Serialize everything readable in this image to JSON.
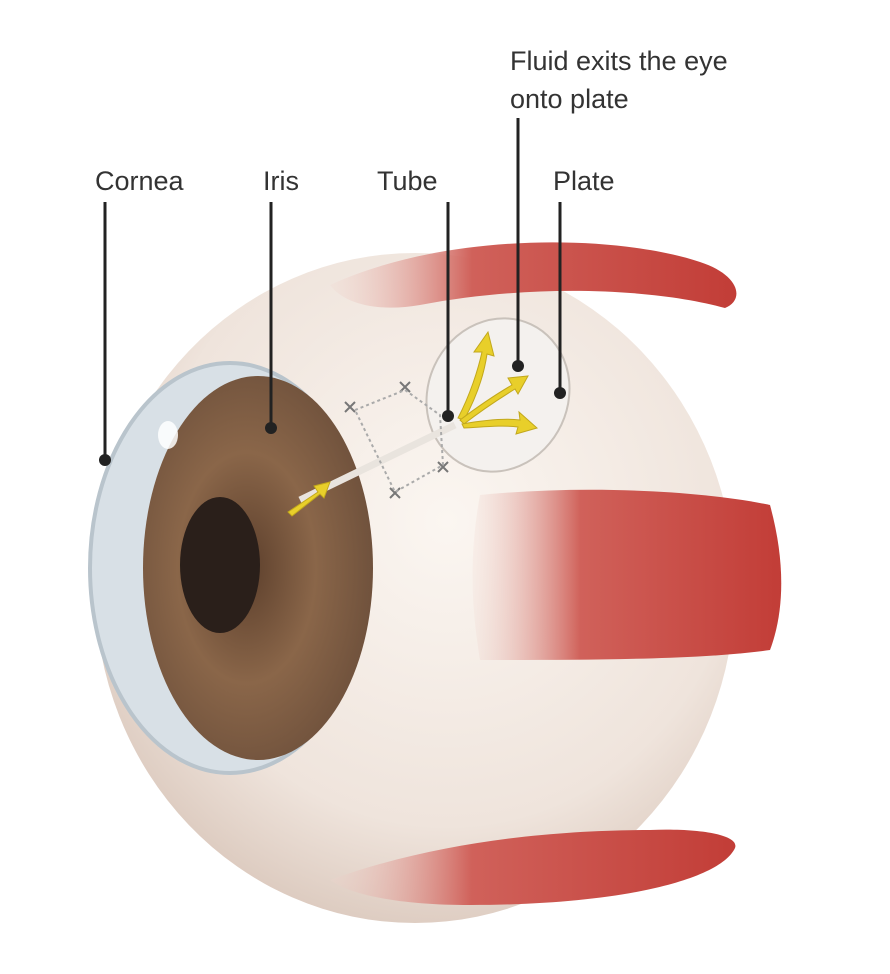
{
  "diagram": {
    "labels": {
      "fluid_line1": "Fluid exits the eye",
      "fluid_line2": "onto plate",
      "cornea": "Cornea",
      "iris": "Iris",
      "tube": "Tube",
      "plate": "Plate"
    },
    "colors": {
      "eyeball": "#efe4dc",
      "muscle": "#c8463f",
      "iris": "#7a5a43",
      "pupil": "#2a1f1a",
      "arrow": "#e8cf2a",
      "leader": "#222222"
    }
  }
}
